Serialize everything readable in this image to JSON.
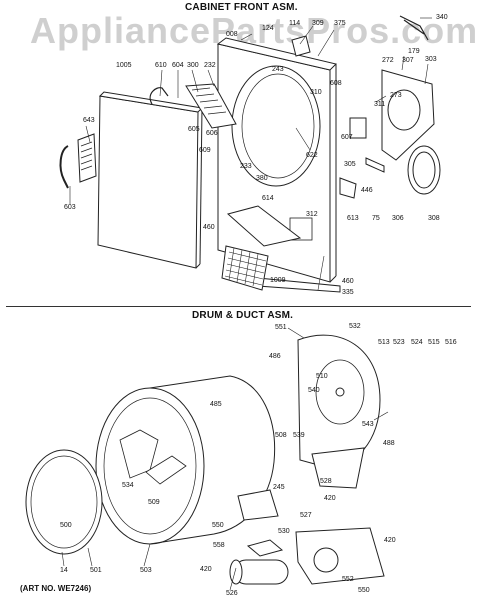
{
  "watermark": "AppliancePartsPros.com",
  "sections": {
    "cabinet_front": "CABINET FRONT ASM.",
    "drum_duct": "DRUM & DUCT ASM."
  },
  "art_number": "(ART NO. WE7246)",
  "part_labels": [
    {
      "id": "p340",
      "text": "340"
    },
    {
      "id": "p309",
      "text": "309"
    },
    {
      "id": "p375",
      "text": "375"
    },
    {
      "id": "p114",
      "text": "114"
    },
    {
      "id": "p124",
      "text": "124"
    },
    {
      "id": "p008",
      "text": "008"
    },
    {
      "id": "p179",
      "text": "179"
    },
    {
      "id": "p303",
      "text": "303"
    },
    {
      "id": "p307",
      "text": "307"
    },
    {
      "id": "p272",
      "text": "272"
    },
    {
      "id": "p1005",
      "text": "1005"
    },
    {
      "id": "p610",
      "text": "610"
    },
    {
      "id": "p604",
      "text": "604"
    },
    {
      "id": "p300",
      "text": "300"
    },
    {
      "id": "p232",
      "text": "232"
    },
    {
      "id": "p243",
      "text": "243"
    },
    {
      "id": "p608",
      "text": "608"
    },
    {
      "id": "p310",
      "text": "310"
    },
    {
      "id": "p273",
      "text": "273"
    },
    {
      "id": "p311",
      "text": "311"
    },
    {
      "id": "p643",
      "text": "643"
    },
    {
      "id": "p605",
      "text": "605"
    },
    {
      "id": "p606",
      "text": "606"
    },
    {
      "id": "p607",
      "text": "607"
    },
    {
      "id": "p609",
      "text": "609"
    },
    {
      "id": "p233",
      "text": "233"
    },
    {
      "id": "p622",
      "text": "622"
    },
    {
      "id": "p305",
      "text": "305"
    },
    {
      "id": "p380",
      "text": "380"
    },
    {
      "id": "p446",
      "text": "446"
    },
    {
      "id": "p603",
      "text": "603"
    },
    {
      "id": "p614",
      "text": "614"
    },
    {
      "id": "p312",
      "text": "312"
    },
    {
      "id": "p613",
      "text": "613"
    },
    {
      "id": "p75",
      "text": "75"
    },
    {
      "id": "p306",
      "text": "306"
    },
    {
      "id": "p308",
      "text": "308"
    },
    {
      "id": "p460a",
      "text": "460"
    },
    {
      "id": "p1009",
      "text": "1009"
    },
    {
      "id": "p460b",
      "text": "460"
    },
    {
      "id": "p335",
      "text": "335"
    },
    {
      "id": "p551",
      "text": "551"
    },
    {
      "id": "p532",
      "text": "532"
    },
    {
      "id": "p486",
      "text": "486"
    },
    {
      "id": "p513",
      "text": "513"
    },
    {
      "id": "p523",
      "text": "523"
    },
    {
      "id": "p524",
      "text": "524"
    },
    {
      "id": "p515",
      "text": "515"
    },
    {
      "id": "p516",
      "text": "516"
    },
    {
      "id": "p510",
      "text": "510"
    },
    {
      "id": "p540",
      "text": "540"
    },
    {
      "id": "p485",
      "text": "485"
    },
    {
      "id": "p508",
      "text": "508"
    },
    {
      "id": "p539",
      "text": "539"
    },
    {
      "id": "p543",
      "text": "543"
    },
    {
      "id": "p488",
      "text": "488"
    },
    {
      "id": "p528",
      "text": "528"
    },
    {
      "id": "p534",
      "text": "534"
    },
    {
      "id": "p509",
      "text": "509"
    },
    {
      "id": "p245",
      "text": "245"
    },
    {
      "id": "p420a",
      "text": "420"
    },
    {
      "id": "p550a",
      "text": "550"
    },
    {
      "id": "p530",
      "text": "530"
    },
    {
      "id": "p527",
      "text": "527"
    },
    {
      "id": "p420b",
      "text": "420"
    },
    {
      "id": "p500",
      "text": "500"
    },
    {
      "id": "p558",
      "text": "558"
    },
    {
      "id": "p14",
      "text": "14"
    },
    {
      "id": "p501",
      "text": "501"
    },
    {
      "id": "p503",
      "text": "503"
    },
    {
      "id": "p420c",
      "text": "420"
    },
    {
      "id": "p526",
      "text": "526"
    },
    {
      "id": "p552",
      "text": "552"
    },
    {
      "id": "p550b",
      "text": "550"
    }
  ]
}
